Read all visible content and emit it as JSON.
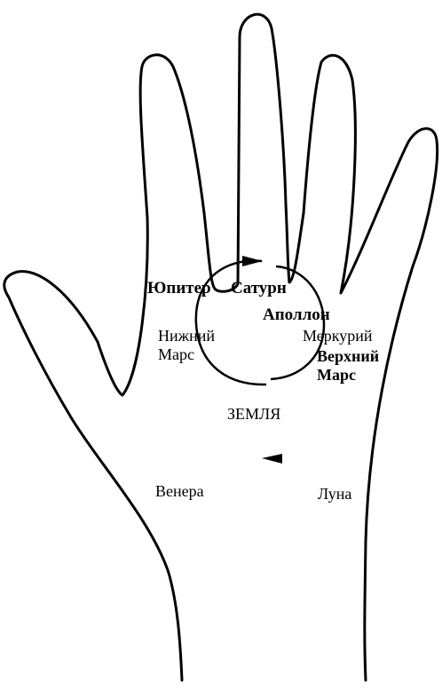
{
  "hand": {
    "labels": {
      "jupiter": "Юпитер",
      "saturn": "Сатурн",
      "apollo": "Аполлон",
      "mercury": "Меркурий",
      "lower_mars_line1": "Нижний",
      "lower_mars_line2": "Марс",
      "upper_mars_line1": "Верхний",
      "upper_mars_line2": "Марс",
      "earth": "ЗЕМЛЯ",
      "venus": "Венера",
      "moon": "Луна"
    }
  },
  "colors": {
    "stroke": "#000000",
    "background": "#ffffff"
  }
}
